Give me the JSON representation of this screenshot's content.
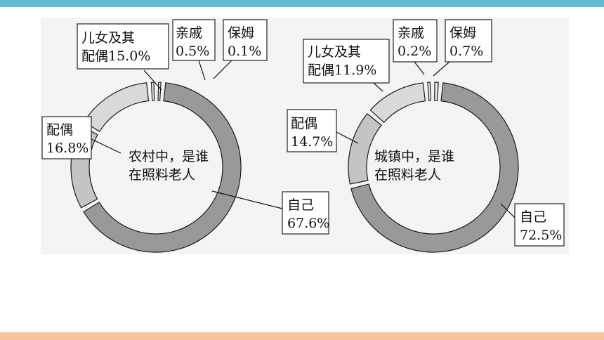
{
  "colors": {
    "top_bar": "#63bdd2",
    "bottom_bar": "#f8c59a",
    "figure_background": "#f4f4f4",
    "self_slice": "#999999",
    "spouse_slice": "#c4c4c4",
    "children_slice": "#d9d9d9",
    "relative_slice": "#e8e8e8",
    "nanny_slice": "#e8e8e8"
  },
  "chart_data": [
    {
      "type": "pie",
      "style": "donut",
      "center_text": [
        "农村中，是谁",
        "在照料老人"
      ],
      "slices": [
        {
          "label_lines": [
            "自己"
          ],
          "value": 67.6,
          "value_text": "67.6%"
        },
        {
          "label_lines": [
            "配偶"
          ],
          "value": 16.8,
          "value_text": "16.8%"
        },
        {
          "label_lines": [
            "儿女及其",
            "配偶"
          ],
          "value": 15.0,
          "value_text": "15.0%"
        },
        {
          "label_lines": [
            "亲戚"
          ],
          "value": 0.5,
          "value_text": "0.5%"
        },
        {
          "label_lines": [
            "保姆"
          ],
          "value": 0.1,
          "value_text": "0.1%"
        }
      ]
    },
    {
      "type": "pie",
      "style": "donut",
      "center_text": [
        "城镇中，是谁",
        "在照料老人"
      ],
      "slices": [
        {
          "label_lines": [
            "自己"
          ],
          "value": 72.5,
          "value_text": "72.5%"
        },
        {
          "label_lines": [
            "配偶"
          ],
          "value": 14.7,
          "value_text": "14.7%"
        },
        {
          "label_lines": [
            "儿女及其",
            "配偶"
          ],
          "value": 11.9,
          "value_text": "11.9%"
        },
        {
          "label_lines": [
            "亲戚"
          ],
          "value": 0.2,
          "value_text": "0.2%"
        },
        {
          "label_lines": [
            "保姆"
          ],
          "value": 0.7,
          "value_text": "0.7%"
        }
      ]
    }
  ]
}
